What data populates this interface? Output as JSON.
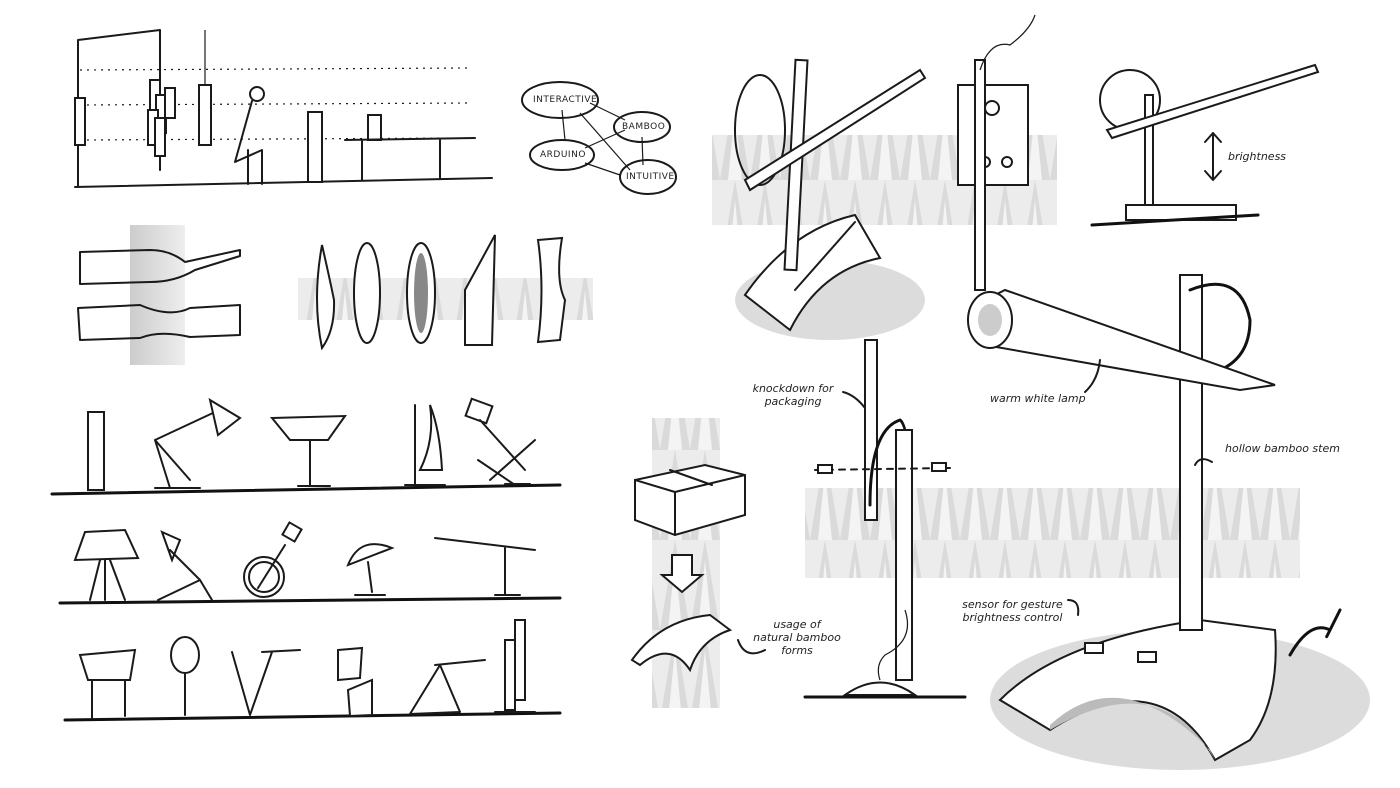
{
  "mindmap": {
    "nodes": [
      "INTERACTIVE",
      "BAMBOO",
      "ARDUINO",
      "INTUITIVE"
    ]
  },
  "annotations": {
    "brightness": "brightness",
    "knockdown": "knockdown for packaging",
    "warm_lamp": "warm white lamp",
    "stem": "hollow bamboo stem",
    "natural_forms": "usage of natural bamboo forms",
    "sensor": "sensor for gesture brightness control"
  },
  "colors": {
    "ink": "#1a1a1a",
    "shadow": "#dcdcdc",
    "bamboo_texture": "#e6e6e6"
  }
}
